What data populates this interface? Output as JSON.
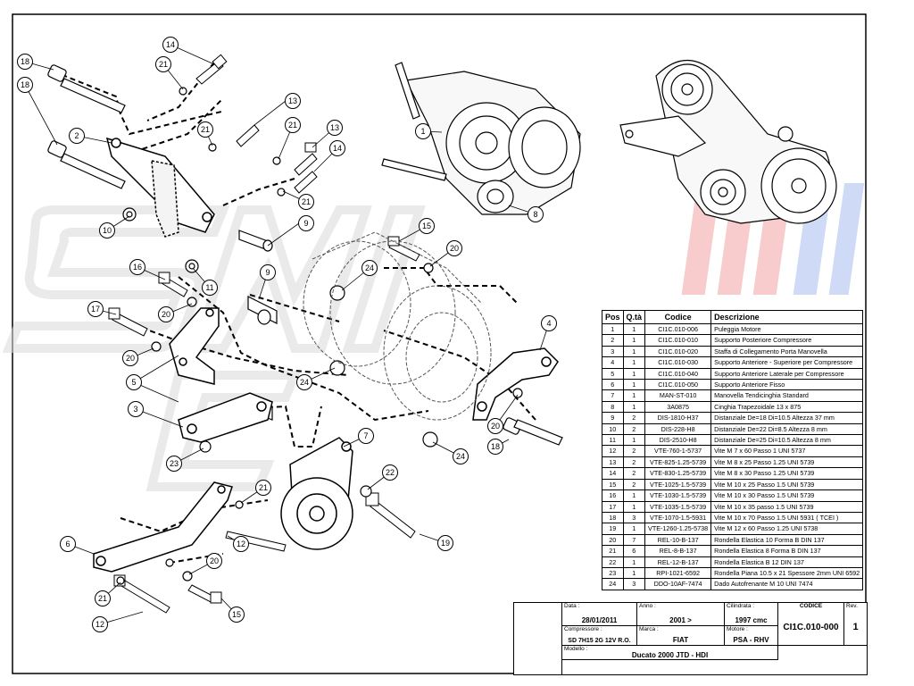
{
  "callouts": [
    "1",
    "2",
    "3",
    "4",
    "5",
    "6",
    "7",
    "8",
    "9",
    "10",
    "11",
    "12",
    "13",
    "14",
    "15",
    "16",
    "17",
    "18",
    "19",
    "20",
    "21",
    "22",
    "23",
    "24"
  ],
  "bom": {
    "headers": [
      "Pos",
      "Q.tà",
      "Codice",
      "Descrizione"
    ],
    "rows": [
      [
        "1",
        "1",
        "CI1C.010-006",
        "Puleggia Motore"
      ],
      [
        "2",
        "1",
        "CI1C.010-010",
        "Supporto Posteriore Compressore"
      ],
      [
        "3",
        "1",
        "CI1C.010-020",
        "Staffa di Collegamento Porta Manovella"
      ],
      [
        "4",
        "1",
        "CI1C.010-030",
        "Supporto Anteriore - Superiore per Compressore"
      ],
      [
        "5",
        "1",
        "CI1C.010-040",
        "Supporto Anteriore Laterale per Compressore"
      ],
      [
        "6",
        "1",
        "CI1C.010-050",
        "Supporto Anteriore Fisso"
      ],
      [
        "7",
        "1",
        "MAN-ST-010",
        "Manovella Tendicinghia Standard"
      ],
      [
        "8",
        "1",
        "3A0875",
        "Cinghia Trapezoidale 13 x 875"
      ],
      [
        "9",
        "2",
        "DIS-1810-H37",
        "Distanziale De=18 Di=10.5 Altezza 37 mm"
      ],
      [
        "10",
        "2",
        "DIS-228-H8",
        "Distanziale De=22 Di=8.5 Altezza 8 mm"
      ],
      [
        "11",
        "1",
        "DIS-2510-H8",
        "Distanziale De=25 Di=10.5 Altezza 8 mm"
      ],
      [
        "12",
        "2",
        "VTE-760-1-5737",
        "Vite M 7 x 60 Passo 1 UNI 5737"
      ],
      [
        "13",
        "2",
        "VTE-825-1.25-5739",
        "Vite M 8 x 25 Passo 1.25 UNI 5739"
      ],
      [
        "14",
        "2",
        "VTE-830-1.25-5739",
        "Vite M 8 x 30 Passo 1.25 UNI 5739"
      ],
      [
        "15",
        "2",
        "VTE-1025-1.5-5739",
        "Vite M 10 x 25 Passo 1.5 UNI 5739"
      ],
      [
        "16",
        "1",
        "VTE-1030-1.5-5739",
        "Vite M 10 x 30 Passo 1.5 UNI 5739"
      ],
      [
        "17",
        "1",
        "VTE-1035-1.5-5739",
        "Vite M 10 x 35 passo 1.5 UNI 5739"
      ],
      [
        "18",
        "3",
        "VTE-1070-1.5-5931",
        "Vite M 10 x 70 Passo 1.5 UNI 5931 ( TCEI )"
      ],
      [
        "19",
        "1",
        "VTE-1260-1.25-5738",
        "Vite M 12 x 60 Passo 1.25 UNI 5738"
      ],
      [
        "20",
        "7",
        "REL-10-B-137",
        "Rondella Elastica 10 Forma B DIN 137"
      ],
      [
        "21",
        "6",
        "REL-8-B-137",
        "Rondella Elastica 8 Forma B DIN 137"
      ],
      [
        "22",
        "1",
        "REL-12-B-137",
        "Rondella Elastica B 12 DIN 137"
      ],
      [
        "23",
        "1",
        "RPI-1021-6592",
        "Rondella Piana 10.5 x 21 Spessore 2mm  UNI 6592"
      ],
      [
        "24",
        "3",
        "DDO-10AF-7474",
        "Dado Autofrenante M 10 UNI 7474"
      ]
    ]
  },
  "title_block": {
    "data_label": "Data :",
    "data": "28/01/2011",
    "anno_label": "Anno :",
    "anno": "2001 >",
    "cilindrata_label": "Cilindrata :",
    "cilindrata": "1997 cmc",
    "codice_label": "CODICE",
    "codice": "CI1C.010-000",
    "rev_label": "Rev.",
    "rev": "1",
    "compressore_label": "Compressore :",
    "compressore": "SD 7H15 2G 12V R.O.",
    "marca_label": "Marca :",
    "marca": "FIAT",
    "motore_label": "Motore :",
    "motore": "PSA - RHV",
    "modello_label": "Modello :",
    "modello": "Ducato 2000 JTD - HDI"
  },
  "colors": {
    "watermark_gray": "#d9d9d9",
    "watermark_red": "#f3a3a3",
    "watermark_blue": "#a9bff0"
  }
}
